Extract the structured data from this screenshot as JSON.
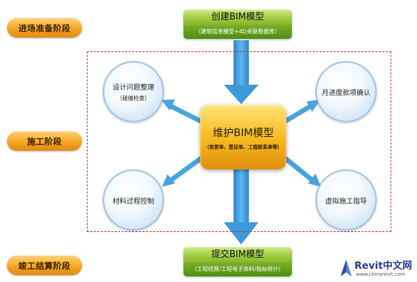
{
  "stages": {
    "entry": "进场准备阶段",
    "construction": "施工阶段",
    "completion": "竣工结算阶段"
  },
  "top_box": {
    "title": "创建BIM模型",
    "subtitle": "（建筑信息模型+4D关联数据库）"
  },
  "center_box": {
    "title": "维护BIM模型",
    "subtitle": "（变更单、签证单、工程联系单等）"
  },
  "bottom_box": {
    "title": "提交BIM模型",
    "subtitle": "（工程结算/工程电子资料/指标统计）"
  },
  "nodes": {
    "design_issues": {
      "label": "设计问题整理",
      "sub": "（碰撞检查）"
    },
    "monthly_progress": {
      "label": "月进度款项确认"
    },
    "material_control": {
      "label": "材料过程控制"
    },
    "virtual_guidance": {
      "label": "虚拟施工指导"
    }
  },
  "watermark": {
    "brand": "Revit中文网",
    "site": "www.chinarevit.com"
  },
  "colors": {
    "arrow": "#3d9ad8",
    "frame": "#c8202a",
    "stage": "#f5a623",
    "green": "#8fc13a"
  }
}
